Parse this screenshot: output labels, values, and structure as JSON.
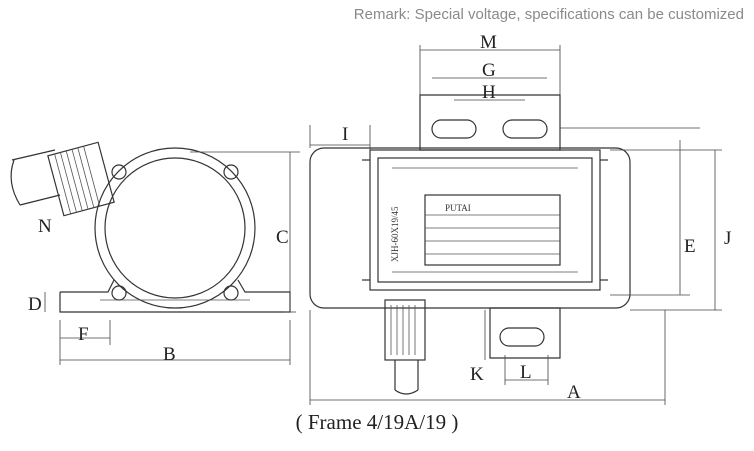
{
  "remark": "Remark: Special voltage, specifications can be customized",
  "caption": "( Frame 4/19A/19 )",
  "dimension_labels": {
    "A": "A",
    "B": "B",
    "C": "C",
    "D": "D",
    "E": "E",
    "F": "F",
    "G": "G",
    "H": "H",
    "I": "I",
    "J": "J",
    "K": "K",
    "L": "L",
    "M": "M",
    "N": "N"
  },
  "nameplate": {
    "model": "XJH-60X19/45",
    "brand": "PUTAI"
  },
  "colors": {
    "line": "#333333",
    "remark": "#8a8a8a"
  }
}
